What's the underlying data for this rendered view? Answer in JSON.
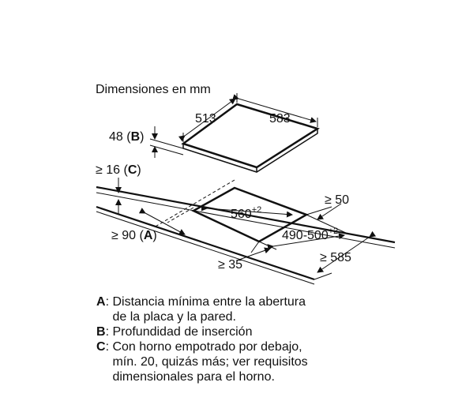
{
  "title": "Dimensiones en mm",
  "dims": {
    "width_top": "513",
    "depth_top": "583",
    "insertion_depth": "48",
    "b_tag": "B",
    "c_min": "≥ 16",
    "c_tag": "C",
    "rear_min": "≥ 50",
    "cutout_width": "560",
    "cutout_width_tol": "+2",
    "cutout_depth": "490-500",
    "cutout_depth_tol": "+2",
    "a_min": "≥ 90",
    "a_tag": "A",
    "counter_depth_min": "≥ 585",
    "front_min": "≥ 35"
  },
  "legend": [
    {
      "key": "A",
      "sep": ": ",
      "lines": [
        "Distancia mínima entre la abertura",
        "de la placa y la pared."
      ]
    },
    {
      "key": "B",
      "sep": ": ",
      "lines": [
        "Profundidad de inserción"
      ]
    },
    {
      "key": "C",
      "sep": ": ",
      "lines": [
        "Con horno empotrado por debajo,",
        "mín. 20, quizás más; ver requisitos",
        "dimensionales para el horno."
      ]
    }
  ]
}
